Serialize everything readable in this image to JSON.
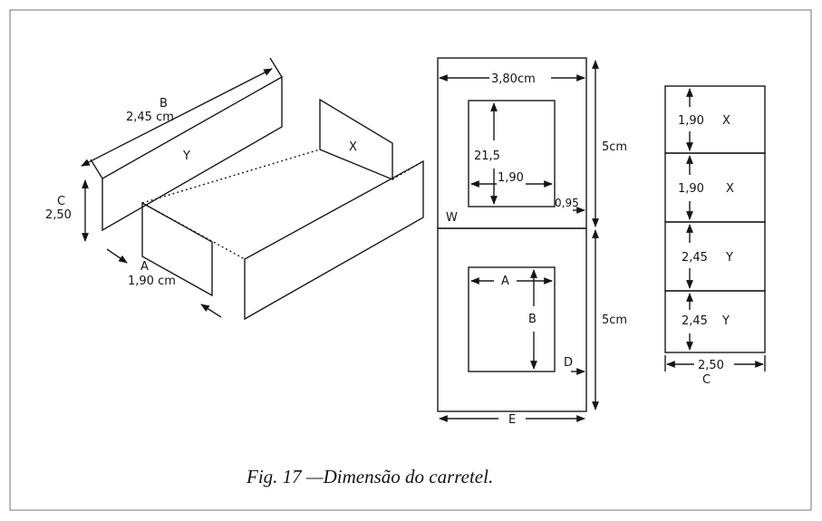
{
  "caption": "Fig. 17 —Dimensão do carretel.",
  "iso": {
    "label_b": "B",
    "b_value": "2,45 cm",
    "label_y": "Y",
    "label_c": "C",
    "c_value": "2,50",
    "label_x": "X",
    "label_a": "A",
    "a_value": "1,90 cm"
  },
  "front": {
    "top_width": "3,80cm",
    "h_value": "21,5",
    "w_value": "1,90",
    "margin_value": "0,95",
    "label_w": "W",
    "right_dim_top": "5cm",
    "right_dim_bottom": "5cm",
    "label_a": "A",
    "label_b": "B",
    "label_d": "D",
    "label_e": "E"
  },
  "strip": {
    "rows": [
      {
        "value": "1,90",
        "letter": "X"
      },
      {
        "value": "1,90",
        "letter": "X"
      },
      {
        "value": "2,45",
        "letter": "Y"
      },
      {
        "value": "2,45",
        "letter": "Y"
      }
    ],
    "bottom_value": "2,50",
    "bottom_label": "C"
  }
}
